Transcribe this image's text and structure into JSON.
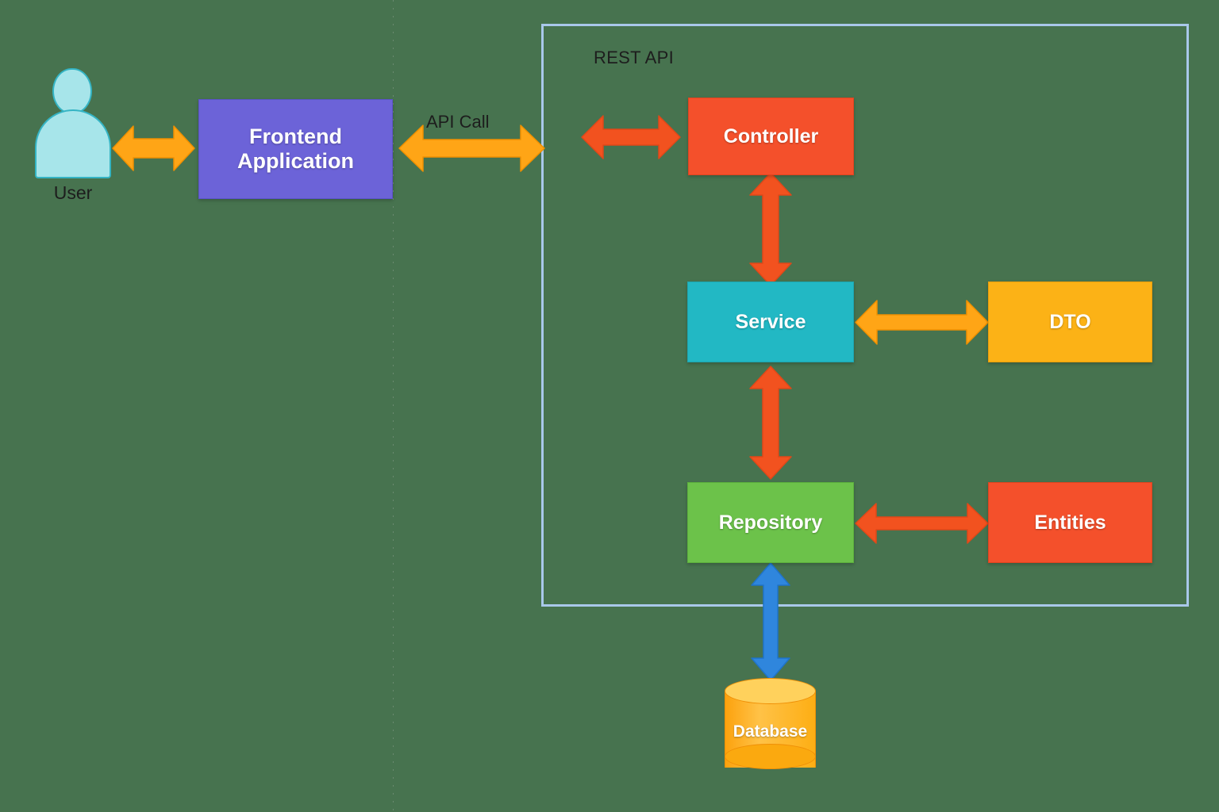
{
  "diagram": {
    "background_color": "#47734f",
    "container": {
      "label": "REST API",
      "border_color": "#a9c8ea"
    },
    "actor": {
      "label": "User",
      "icon": "person-icon",
      "fill_color": "#a7e5ea",
      "stroke_color": "#34b4c4"
    },
    "nodes": {
      "frontend": {
        "label": "Frontend\nApplication",
        "line1": "Frontend",
        "line2": "Application",
        "color": "#6c63d8"
      },
      "controller": {
        "label": "Controller",
        "color": "#f4502b"
      },
      "service": {
        "label": "Service",
        "color": "#22b8c4"
      },
      "dto": {
        "label": "DTO",
        "color": "#fcb216"
      },
      "repository": {
        "label": "Repository",
        "color": "#6cc24a"
      },
      "entities": {
        "label": "Entities",
        "color": "#f4502b"
      },
      "database": {
        "label": "Database",
        "color": "#fba90f",
        "shape": "cylinder"
      }
    },
    "edges": [
      {
        "name": "user-to-frontend",
        "label": "",
        "color": "#ffa516",
        "direction": "bidirectional",
        "orientation": "horizontal"
      },
      {
        "name": "frontend-to-restapi",
        "label": "API Call",
        "color": "#ffa516",
        "direction": "bidirectional",
        "orientation": "horizontal"
      },
      {
        "name": "restapi-to-controller",
        "label": "",
        "color": "#f2521f",
        "direction": "bidirectional",
        "orientation": "horizontal"
      },
      {
        "name": "controller-to-service",
        "label": "",
        "color": "#f2521f",
        "direction": "bidirectional",
        "orientation": "vertical"
      },
      {
        "name": "service-to-dto",
        "label": "",
        "color": "#ffa516",
        "direction": "bidirectional",
        "orientation": "horizontal"
      },
      {
        "name": "service-to-repository",
        "label": "",
        "color": "#f2521f",
        "direction": "bidirectional",
        "orientation": "vertical"
      },
      {
        "name": "repository-to-entities",
        "label": "",
        "color": "#f2521f",
        "direction": "bidirectional",
        "orientation": "horizontal"
      },
      {
        "name": "repository-to-database",
        "label": "",
        "color": "#2f86dd",
        "direction": "bidirectional",
        "orientation": "vertical"
      }
    ]
  }
}
